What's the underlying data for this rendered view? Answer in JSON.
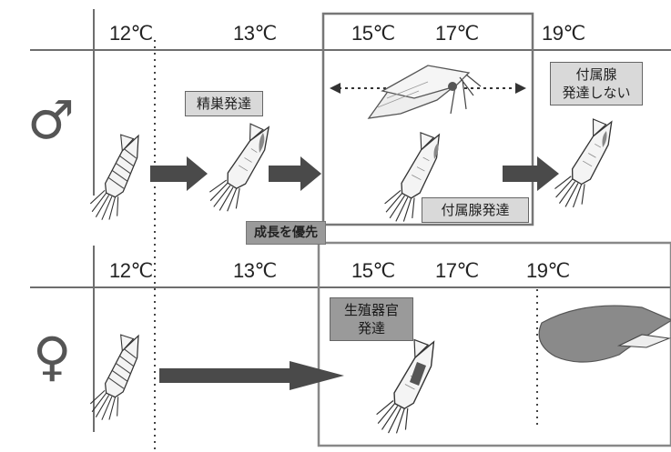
{
  "male": {
    "symbol": "♂",
    "temps": [
      "12℃",
      "13℃",
      "15℃",
      "17℃",
      "19℃"
    ],
    "labels": {
      "testis": "精巣発達",
      "accessory_gland": "付属腺発達",
      "no_accessory": [
        "付属腺",
        "発達しない"
      ]
    }
  },
  "female": {
    "symbol": "♀",
    "temps": [
      "12℃",
      "13℃",
      "15℃",
      "17℃",
      "19℃"
    ],
    "labels": {
      "reproductive": [
        "生殖器官",
        "発達"
      ]
    }
  },
  "banner": "成長を優先",
  "colors": {
    "line": "#6e6e6e",
    "arrow": "#4a4a4a",
    "box_light": "#d9d9d9",
    "box_dark": "#9a9a9a",
    "egg_mass": "#8a8a8a"
  }
}
